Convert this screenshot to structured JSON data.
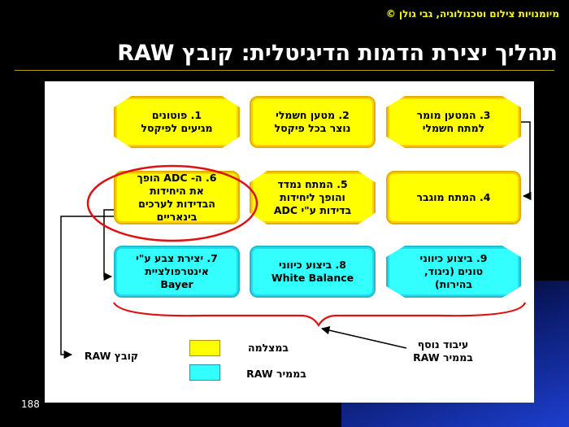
{
  "header": {
    "credit": "מיומנויות צילום וטכנולוגיה, גבי גולן ©",
    "title": "תהליך יצירת הדמות הדיגיטלית: קובץ RAW"
  },
  "steps": [
    {
      "label": "1. פוטונים\nמגיעים לפיקסל",
      "color": "yellow"
    },
    {
      "label": "2. מטען חשמלי\nנוצר בכל פיקסל",
      "color": "yellow"
    },
    {
      "label": "3. המטען מומר\nלמתח חשמלי",
      "color": "yellow"
    },
    {
      "label": "4. המתח מוגבר",
      "color": "yellow"
    },
    {
      "label": "5. המתח נמדד\nוהופך ליחידות\nבדידות ע\"י ADC",
      "color": "yellow"
    },
    {
      "label": "6. ה- ADC הופך\nאת היחידות\nהבדידות לערכים\nבינאריים",
      "color": "yellow"
    },
    {
      "label": "7. יצירת צבע ע\"י\nאינטרפולציית\nBayer",
      "color": "cyan"
    },
    {
      "label": "8. ביצוע כיווני\nWhite Balance",
      "color": "cyan"
    },
    {
      "label": "9. ביצוע כיווני\nטונים (ניגוד,\nבהירות)",
      "color": "cyan"
    }
  ],
  "legend": {
    "in_camera": "במצלמה",
    "in_raw_converter": "בממיר RAW"
  },
  "labels": {
    "raw_file": "קובץ RAW",
    "extra_processing": "עיבוד נוסף\nבממיר RAW"
  },
  "colors": {
    "camera": "#ffff00",
    "converter": "#33ffff",
    "highlight_circle": "#dd1111"
  },
  "page_number": "188"
}
